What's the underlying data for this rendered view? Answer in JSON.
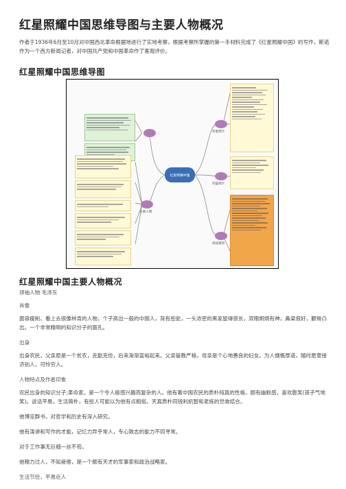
{
  "title": "红星照耀中国思维导图与主要人物概况",
  "intro": "作者于1936年6月至10月对中国西北革命根据地进行了实地考察，根据考察所掌握的第一手材料完成了《红星照耀中国》的写作，斯诺作为一个西方新闻记者，对中国共产党和中国革命作了客观评价。",
  "section1_title": "红星照耀中国思维导图",
  "mindmap": {
    "center": "红星照耀中国",
    "branch_left": "主要人物",
    "branch_right_top": "作者简介",
    "branch_right_mid": "内容简介",
    "branch_right_bottom": "阅读要点"
  },
  "section2_title": "红星照耀中国主要人物概况",
  "paragraphs": [
    {
      "type": "label",
      "text": "领袖人物 毛泽东"
    },
    {
      "type": "label",
      "text": "肖像"
    },
    {
      "type": "text",
      "text": "面容瘦削、看上去很像林肯的人物，个子高出一般的中国人，背有些驼，一头浓密的黑发留得很长，双眼炯炯有神，鼻梁很好，颧骨凸出。一个非常精明的知识分子的面孔。"
    },
    {
      "type": "label",
      "text": "出身"
    },
    {
      "type": "text",
      "text": "出身农民，父亲原是一个贫农，克勤克俭，后来渐渐富裕起来。父亲管教严格，母亲是个心地善良的妇女。为人慷慨厚道，随时愿意接济别人，可怜穷人。"
    },
    {
      "type": "label",
      "text": "人物特点及作者印象"
    },
    {
      "type": "text",
      "text": "农民出身的知识分子;革命家。是一个令人极感兴趣而复杂的人。他有着中国农民的质朴纯真的性格，颇有幽默感，喜欢憨笑(孩子气地笑)。说话平易，生活简朴，有些人可能以为他有点粗俗。天真质朴同锐利机智和老练的世故结合。"
    },
    {
      "type": "text",
      "text": "他博览群书，对哲学和历史有深入研究。"
    },
    {
      "type": "text",
      "text": "他有演讲和写作的才能，记忆力异乎常人，专心致志的能力不同寻常。"
    },
    {
      "type": "text",
      "text": "对于工作事无巨细一丝不苟。"
    },
    {
      "type": "text",
      "text": "他精力过人，不知疲倦，是一个颇有天才的军事家和政治战略家。"
    },
    {
      "type": "label",
      "text": "生活节俭，平易近人"
    }
  ]
}
